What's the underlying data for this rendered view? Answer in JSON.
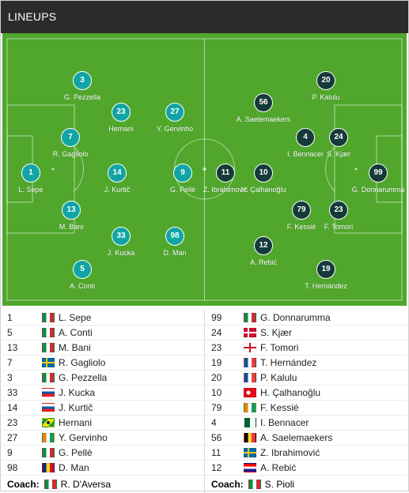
{
  "title": "LINEUPS",
  "pitch_players": [
    {
      "number": "3",
      "name": "G. Pezzella",
      "team": "home"
    },
    {
      "number": "23",
      "name": "Hernani",
      "team": "home"
    },
    {
      "number": "27",
      "name": "Y. Gervinho",
      "team": "home"
    },
    {
      "number": "7",
      "name": "R. Gagliolo",
      "team": "home"
    },
    {
      "number": "1",
      "name": "L. Sepe",
      "team": "home"
    },
    {
      "number": "14",
      "name": "J. Kurtič",
      "team": "home"
    },
    {
      "number": "9",
      "name": "G. Pellè",
      "team": "home"
    },
    {
      "number": "13",
      "name": "M. Bani",
      "team": "home"
    },
    {
      "number": "33",
      "name": "J. Kucka",
      "team": "home"
    },
    {
      "number": "98",
      "name": "D. Man",
      "team": "home"
    },
    {
      "number": "5",
      "name": "A. Conti",
      "team": "home"
    },
    {
      "number": "11",
      "name": "Z. Ibrahimović",
      "team": "away"
    },
    {
      "number": "10",
      "name": "H. Çalhanoğlu",
      "team": "away"
    },
    {
      "number": "56",
      "name": "A. Saelemaekers",
      "team": "away"
    },
    {
      "number": "20",
      "name": "P. Kalulu",
      "team": "away"
    },
    {
      "number": "4",
      "name": "I. Bennacer",
      "team": "away"
    },
    {
      "number": "24",
      "name": "S. Kjær",
      "team": "away"
    },
    {
      "number": "99",
      "name": "G. Donnarumma",
      "team": "away"
    },
    {
      "number": "79",
      "name": "F. Kessié",
      "team": "away"
    },
    {
      "number": "23",
      "name": "F. Tomori",
      "team": "away"
    },
    {
      "number": "12",
      "name": "A. Rebić",
      "team": "away"
    },
    {
      "number": "19",
      "name": "T. Hernández",
      "team": "away"
    }
  ],
  "home_lineup": [
    {
      "number": "1",
      "flag": "italy",
      "name": "L. Sepe"
    },
    {
      "number": "5",
      "flag": "italy",
      "name": "A. Conti"
    },
    {
      "number": "13",
      "flag": "italy",
      "name": "M. Bani"
    },
    {
      "number": "7",
      "flag": "sweden",
      "name": "R. Gagliolo"
    },
    {
      "number": "3",
      "flag": "italy",
      "name": "G. Pezzella"
    },
    {
      "number": "33",
      "flag": "slovakia",
      "name": "J. Kucka"
    },
    {
      "number": "14",
      "flag": "slovenia",
      "name": "J. Kurtič"
    },
    {
      "number": "23",
      "flag": "brazil",
      "name": "Hernani"
    },
    {
      "number": "27",
      "flag": "ivory-coast",
      "name": "Y. Gervinho"
    },
    {
      "number": "9",
      "flag": "italy",
      "name": "G. Pellè"
    },
    {
      "number": "98",
      "flag": "romania",
      "name": "D. Man"
    }
  ],
  "away_lineup": [
    {
      "number": "99",
      "flag": "italy",
      "name": "G. Donnarumma"
    },
    {
      "number": "24",
      "flag": "denmark",
      "name": "S. Kjær"
    },
    {
      "number": "23",
      "flag": "england",
      "name": "F. Tomori"
    },
    {
      "number": "19",
      "flag": "france",
      "name": "T. Hernández"
    },
    {
      "number": "20",
      "flag": "france",
      "name": "P. Kalulu"
    },
    {
      "number": "10",
      "flag": "turkey",
      "name": "H. Çalhanoğlu"
    },
    {
      "number": "79",
      "flag": "ivory-coast",
      "name": "F. Kessié"
    },
    {
      "number": "4",
      "flag": "algeria",
      "name": "I. Bennacer"
    },
    {
      "number": "56",
      "flag": "belgium",
      "name": "A. Saelemaekers"
    },
    {
      "number": "11",
      "flag": "sweden",
      "name": "Z. Ibrahimović"
    },
    {
      "number": "12",
      "flag": "croatia",
      "name": "A. Rebić"
    }
  ],
  "coach_label": "Coach:",
  "home_coach": {
    "flag": "italy",
    "name": "R. D'Aversa"
  },
  "away_coach": {
    "flag": "italy",
    "name": "S. Pioli"
  },
  "colors": {
    "home": "#12a4a4",
    "away": "#163a3a",
    "pitch": "#50a72c",
    "header": "#2b2b2b"
  }
}
